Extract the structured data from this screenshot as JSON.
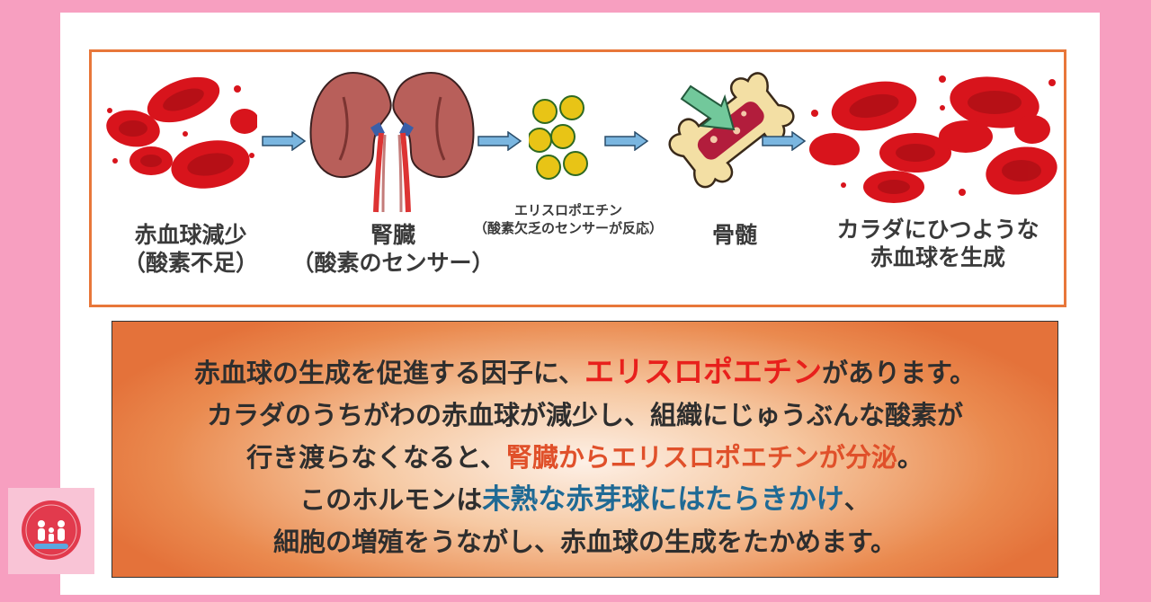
{
  "flow": {
    "steps": [
      {
        "line1": "赤血球減少",
        "line2": "（酸素不足）"
      },
      {
        "line1": "腎臓",
        "line2": "（酸素のセンサー）"
      },
      {
        "line1": "エリスロポエチン",
        "line2": "（酸素欠乏のセンサーが反応）"
      },
      {
        "line1": "骨髄",
        "line2": ""
      },
      {
        "line1": "カラダにひつような",
        "line2": "赤血球を生成"
      }
    ]
  },
  "explanation": {
    "l1_pre": "赤血球の生成を促進する因子に、",
    "l1_em": "エリスロポエチン",
    "l1_post": "があります。",
    "l2": "カラダのうちがわの赤血球が減少し、組織にじゅうぶんな酸素が",
    "l3_pre": "行き渡らなくなると、",
    "l3_em": "腎臓からエリスロポエチンが分泌",
    "l3_post": "。",
    "l4_pre": "このホルモンは",
    "l4_em": "未熟な赤芽球にはたらきかけ",
    "l4_post": "、",
    "l5": "細胞の増殖をうながし、赤血球の生成をたかめます。"
  },
  "colors": {
    "frame": "#e8773a",
    "highlight_red": "#e8201c",
    "highlight_orange": "#e0502a",
    "highlight_blue": "#1f6a95",
    "background_pink": "#f79fc0"
  },
  "icons": [
    "red-blood-cells-icon",
    "kidneys-icon",
    "erythropoietin-cells-icon",
    "bone-marrow-icon",
    "arrow-right-icon"
  ]
}
